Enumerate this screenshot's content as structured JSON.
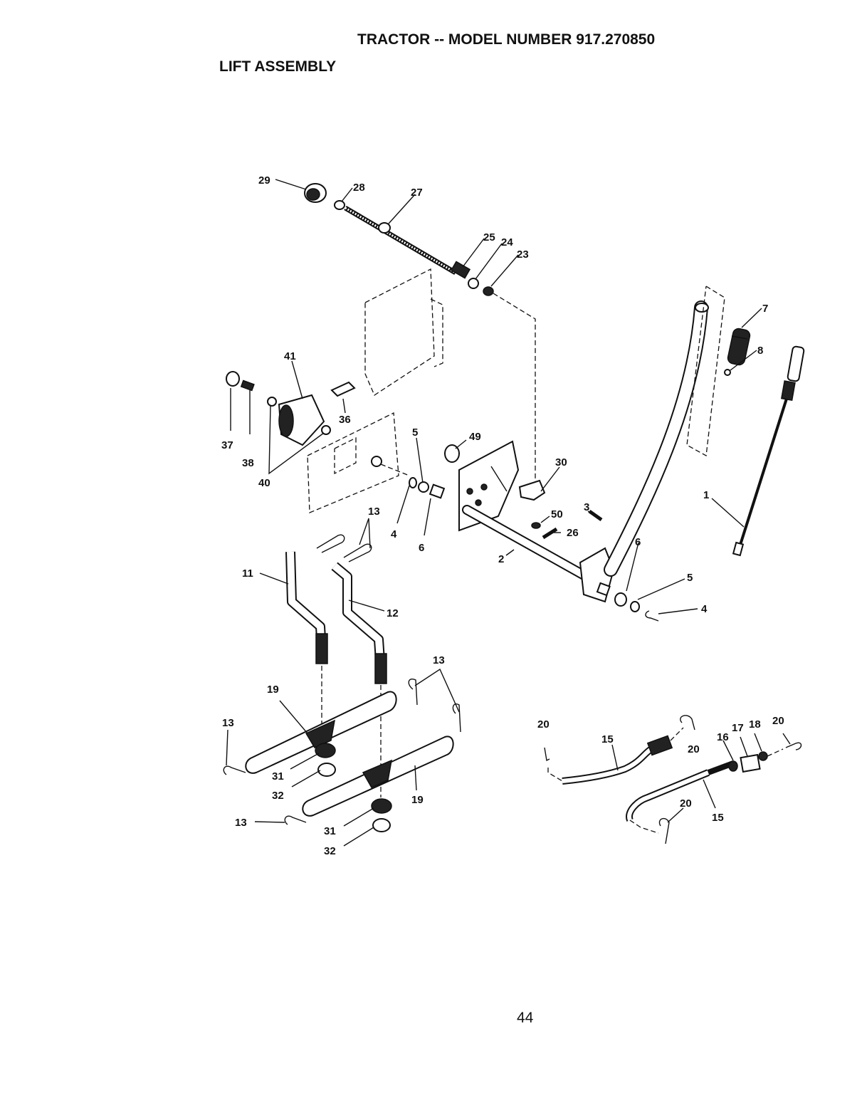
{
  "header": {
    "title": "TRACTOR -- MODEL NUMBER 917.270850",
    "subtitle": "LIFT ASSEMBLY"
  },
  "footer": {
    "page_number": "44"
  },
  "callouts": [
    {
      "id": "c29",
      "text": "29"
    },
    {
      "id": "c28",
      "text": "28"
    },
    {
      "id": "c27",
      "text": "27"
    },
    {
      "id": "c25",
      "text": "25"
    },
    {
      "id": "c24",
      "text": "24"
    },
    {
      "id": "c23",
      "text": "23"
    },
    {
      "id": "c7",
      "text": "7"
    },
    {
      "id": "c8",
      "text": "8"
    },
    {
      "id": "c41",
      "text": "41"
    },
    {
      "id": "c37",
      "text": "37"
    },
    {
      "id": "c38",
      "text": "38"
    },
    {
      "id": "c40",
      "text": "40"
    },
    {
      "id": "c36",
      "text": "36"
    },
    {
      "id": "c5a",
      "text": "5"
    },
    {
      "id": "c49",
      "text": "49"
    },
    {
      "id": "c30",
      "text": "30"
    },
    {
      "id": "c50",
      "text": "50"
    },
    {
      "id": "c26",
      "text": "26"
    },
    {
      "id": "c3",
      "text": "3"
    },
    {
      "id": "c1",
      "text": "1"
    },
    {
      "id": "c13a",
      "text": "13"
    },
    {
      "id": "c4a",
      "text": "4"
    },
    {
      "id": "c6a",
      "text": "6"
    },
    {
      "id": "c2",
      "text": "2"
    },
    {
      "id": "c6b",
      "text": "6"
    },
    {
      "id": "c5b",
      "text": "5"
    },
    {
      "id": "c4b",
      "text": "4"
    },
    {
      "id": "c11",
      "text": "11"
    },
    {
      "id": "c12",
      "text": "12"
    },
    {
      "id": "c13b",
      "text": "13"
    },
    {
      "id": "c19a",
      "text": "19"
    },
    {
      "id": "c13c",
      "text": "13"
    },
    {
      "id": "c31a",
      "text": "31"
    },
    {
      "id": "c32a",
      "text": "32"
    },
    {
      "id": "c19b",
      "text": "19"
    },
    {
      "id": "c13d",
      "text": "13"
    },
    {
      "id": "c31b",
      "text": "31"
    },
    {
      "id": "c32b",
      "text": "32"
    },
    {
      "id": "c20a",
      "text": "20"
    },
    {
      "id": "c15a",
      "text": "15"
    },
    {
      "id": "c20b",
      "text": "20"
    },
    {
      "id": "c16",
      "text": "16"
    },
    {
      "id": "c17",
      "text": "17"
    },
    {
      "id": "c18",
      "text": "18"
    },
    {
      "id": "c20c",
      "text": "20"
    },
    {
      "id": "c20d",
      "text": "20"
    },
    {
      "id": "c15b",
      "text": "15"
    }
  ]
}
